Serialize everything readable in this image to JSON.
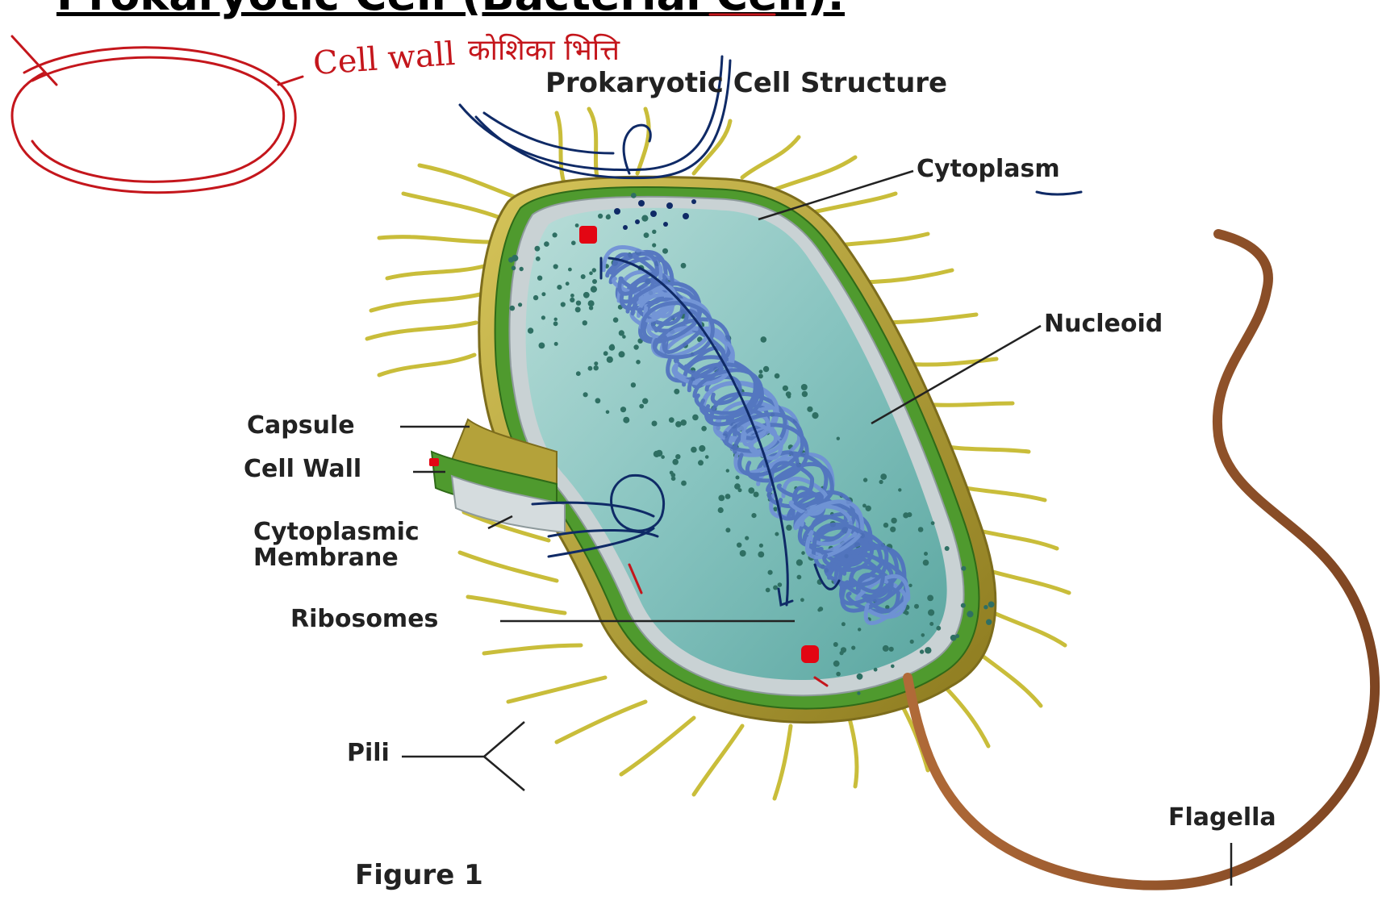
{
  "page": {
    "title": "Prokaryotic Cell (Bacterial Cell):"
  },
  "diagram": {
    "heading": "Prokaryotic Cell Structure",
    "figure_caption": "Figure 1",
    "labels": {
      "cytoplasm": "Cytoplasm",
      "nucleoid": "Nucleoid",
      "capsule": "Capsule",
      "cell_wall": "Cell Wall",
      "cytoplasmic_membrane_line1": "Cytoplasmic",
      "cytoplasmic_membrane_line2": "Membrane",
      "ribosomes": "Ribosomes",
      "pili": "Pili",
      "flagella": "Flagella"
    }
  },
  "annotations": {
    "handwritten_english": "Cell wall",
    "handwritten_hindi": "कोशिका भित्ति"
  },
  "colors": {
    "ink_red": "#c4161c",
    "ink_blue": "#0f2a66",
    "capsule": "#b4a23a",
    "cell_wall": "#4f9a2e",
    "membrane": "#c9d2d4",
    "cytoplasm": "#86c3bf",
    "nucleoid": "#4f6fc0",
    "ribosome": "#3a7a70",
    "pili": "#c9bd3a",
    "flagellum": "#9a5a2f"
  }
}
